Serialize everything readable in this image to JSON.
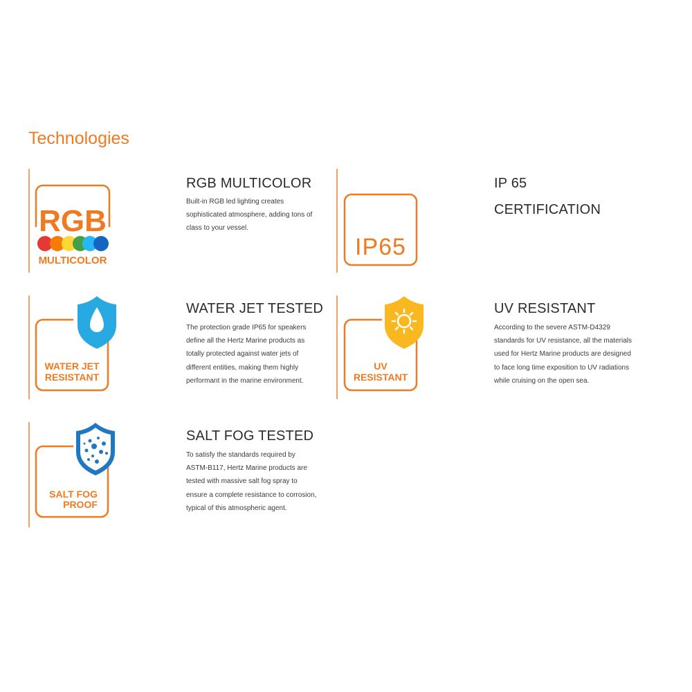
{
  "section": {
    "title": "Technologies"
  },
  "colors": {
    "accent": "#f07a22",
    "divider": "#f4a063",
    "water_blue": "#29a9e1",
    "uv_yellow": "#f9b820",
    "salt_blue": "#1f78c2"
  },
  "features": [
    {
      "id": "rgb",
      "title": "RGB MULTICOLOR",
      "description": "Built-in RGB led lighting creates sophisticated atmosphere, adding tons of class to your vessel.",
      "badge": {
        "big_text": "RGB",
        "caption": "MULTICOLOR",
        "icon": "rgb-color-dots-icon"
      }
    },
    {
      "id": "ip65",
      "title_line1": "IP 65",
      "title_line2": "CERTIFICATION",
      "badge": {
        "big_text": "IP65",
        "icon": "ip65-icon"
      }
    },
    {
      "id": "water",
      "title": "WATER JET TESTED",
      "description": "The protection grade IP65 for speakers define all the Hertz Marine products as totally protected against water jets of different entities, making them highly performant in the marine environment.",
      "badge": {
        "caption_line1": "WATER JET",
        "caption_line2": "RESISTANT",
        "icon": "water-drop-shield-icon"
      }
    },
    {
      "id": "uv",
      "title": "UV RESISTANT",
      "description": "According to the severe ASTM-D4329 standards for UV resistance, all the materials used for Hertz Marine products are designed to face long time exposition to UV radiations while cruising on the open sea.",
      "badge": {
        "caption_line1": "UV",
        "caption_line2": "RESISTANT",
        "icon": "sun-shield-icon"
      }
    },
    {
      "id": "salt",
      "title": "SALT FOG TESTED",
      "description": "To satisfy the standards required by ASTM-B117, Hertz Marine products are tested with massive salt fog spray to ensure a complete resistance to corrosion, typical of this atmospheric agent.",
      "badge": {
        "caption_line1": "SALT FOG",
        "caption_line2": "PROOF",
        "icon": "salt-fog-shield-icon"
      }
    }
  ]
}
